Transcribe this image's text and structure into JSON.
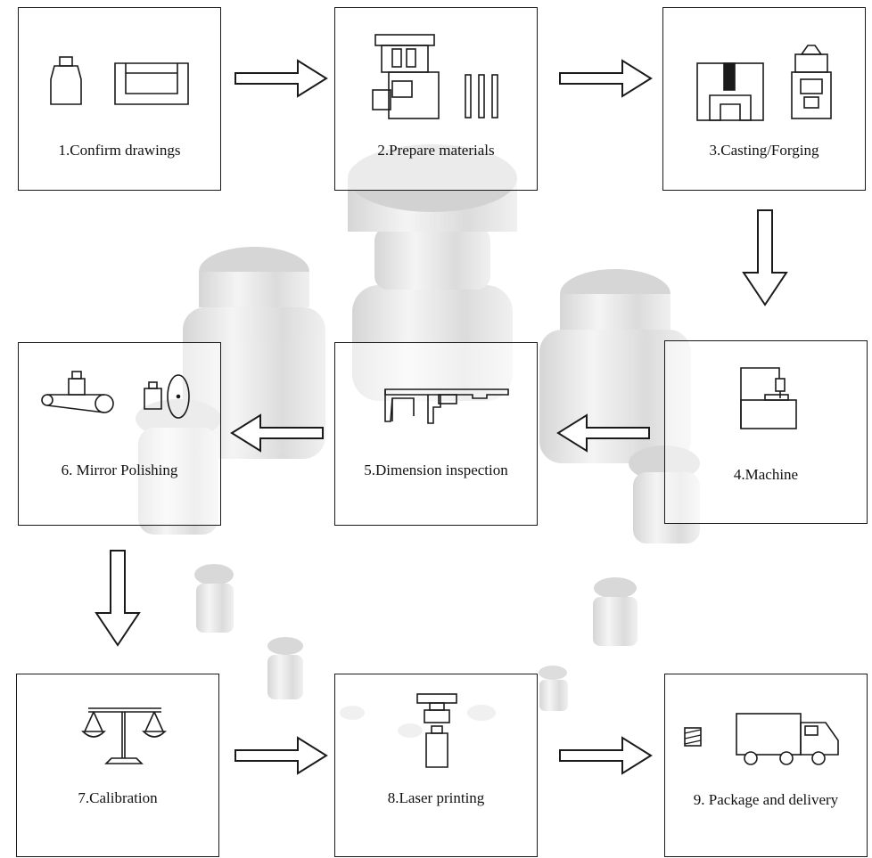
{
  "steps": [
    {
      "label": "1.Confirm drawings"
    },
    {
      "label": "2.Prepare materials"
    },
    {
      "label": "3.Casting/Forging"
    },
    {
      "label": "4.Machine"
    },
    {
      "label": "5.Dimension inspection"
    },
    {
      "label": "6. Mirror Polishing"
    },
    {
      "label": "7.Calibration"
    },
    {
      "label": "8.Laser printing"
    },
    {
      "label": "9. Package and delivery"
    }
  ],
  "icons": {
    "step1": [
      "weight-icon",
      "block-weight-icon"
    ],
    "step2": [
      "press-machine-icon",
      "metal-bars-icon"
    ],
    "step3": [
      "mold-icon",
      "forging-press-icon"
    ],
    "step4": [
      "cnc-machine-icon"
    ],
    "step5": [
      "caliper-icon"
    ],
    "step6": [
      "polishing-belt-icon",
      "weight-icon",
      "polishing-wheel-icon"
    ],
    "step7": [
      "balance-scale-icon"
    ],
    "step8": [
      "laser-engraver-icon"
    ],
    "step9": [
      "package-icon",
      "delivery-truck-icon"
    ]
  },
  "colors": {
    "stroke": "#1a1a1a",
    "background_weights": "#d9d9d9"
  }
}
